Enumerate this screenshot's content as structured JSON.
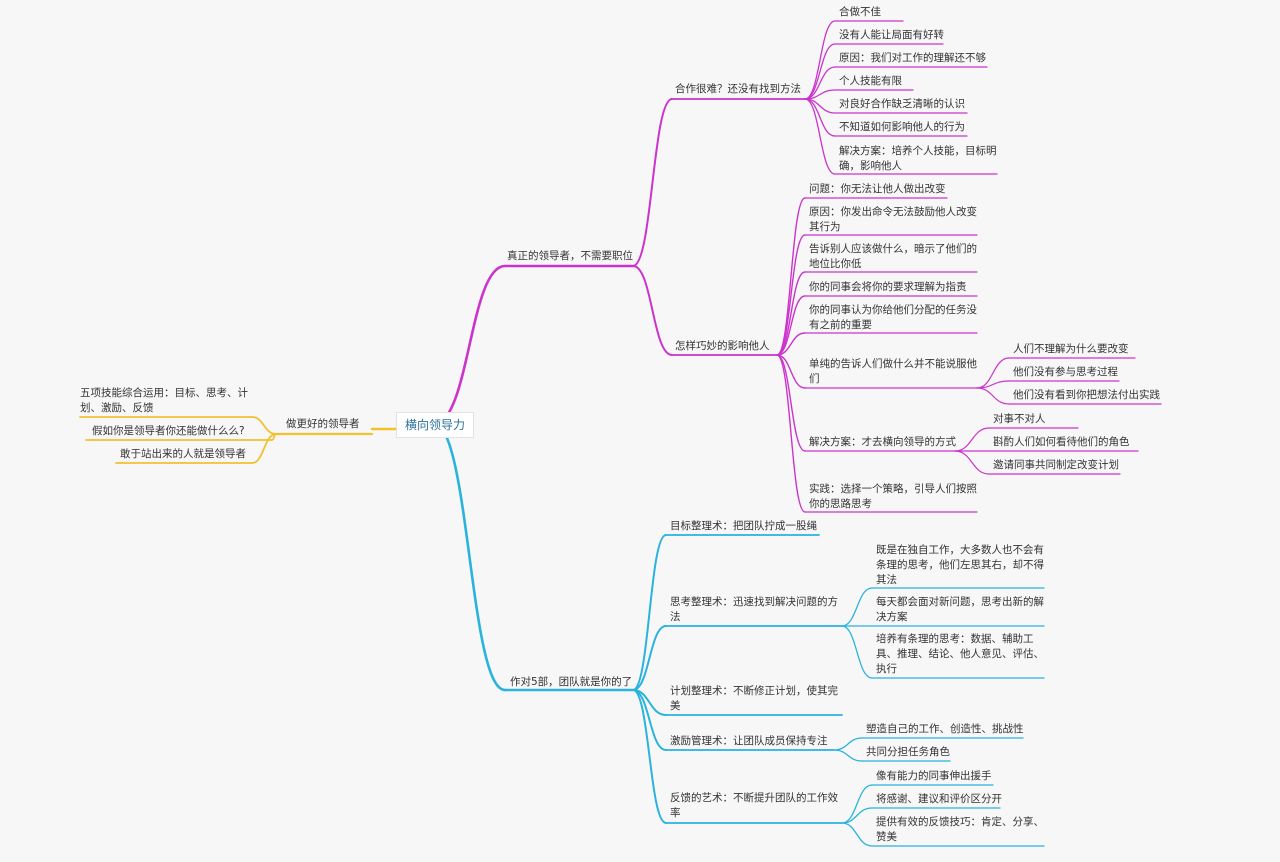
{
  "root": "横向领导力",
  "branches": {
    "b1": {
      "label": "真正的领导者，不需要职位",
      "c1": {
        "label": "合作很难？还没有找到方法",
        "items": [
          "合做不佳",
          "没有人能让局面有好转",
          "原因：我们对工作的理解还不够",
          "个人技能有限",
          "对良好合作缺乏清晰的认识",
          "不知道如何影响他人的行为",
          "解决方案：培养个人技能，目标明确，影响他人"
        ]
      },
      "c2": {
        "label": "怎样巧妙的影响他人",
        "items": [
          "问题：你无法让他人做出改变",
          "原因：你发出命令无法鼓励他人改变其行为",
          "告诉别人应该做什么，暗示了他们的地位比你低",
          "你的同事会将你的要求理解为指责",
          "你的同事认为你给他们分配的任务没有之前的重要"
        ],
        "g1": {
          "label": "单纯的告诉人们做什么并不能说服他们",
          "items": [
            "人们不理解为什么要改变",
            "他们没有参与思考过程",
            "他们没有看到你把想法付出实践"
          ]
        },
        "g2": {
          "label": "解决方案：才去横向领导的方式",
          "items": [
            "对事不对人",
            "斟酌人们如何看待他们的角色",
            "邀请同事共同制定改变计划"
          ]
        },
        "last": "实践：选择一个策略，引导人们按照你的思路思考"
      }
    },
    "b2": {
      "label": "作对5部，团队就是你的了",
      "c1": "目标整理术：把团队拧成一股绳",
      "c2": {
        "label": "思考整理术：迅速找到解决问题的方法",
        "items": [
          "既是在独自工作，大多数人也不会有条理的思考，他们左思其右，却不得其法",
          "每天都会面对新问题，思考出新的解决方案",
          "培养有条理的思考：数据、辅助工具、推理、结论、他人意见、评估、执行"
        ]
      },
      "c3": "计划整理术：不断修正计划，使其完美",
      "c4": {
        "label": "激励管理术：让团队成员保持专注",
        "items": [
          "塑造自己的工作、创造性、挑战性",
          "共同分担任务角色"
        ]
      },
      "c5": {
        "label": "反馈的艺术：不断提升团队的工作效率",
        "items": [
          "像有能力的同事伸出援手",
          "将感谢、建议和评价区分开",
          "提供有效的反馈技巧：肯定、分享、赞美"
        ]
      }
    },
    "b3": {
      "label": "做更好的领导者",
      "items": [
        "五项技能综合运用：目标、思考、计划、激励、反馈",
        "假如你是领导者你还能做什么么?",
        "敢于站出来的人就是领导者"
      ]
    }
  },
  "colors": {
    "magenta": "#cc33cc",
    "cyan": "#29b3dd",
    "yellow": "#f2c12e"
  }
}
